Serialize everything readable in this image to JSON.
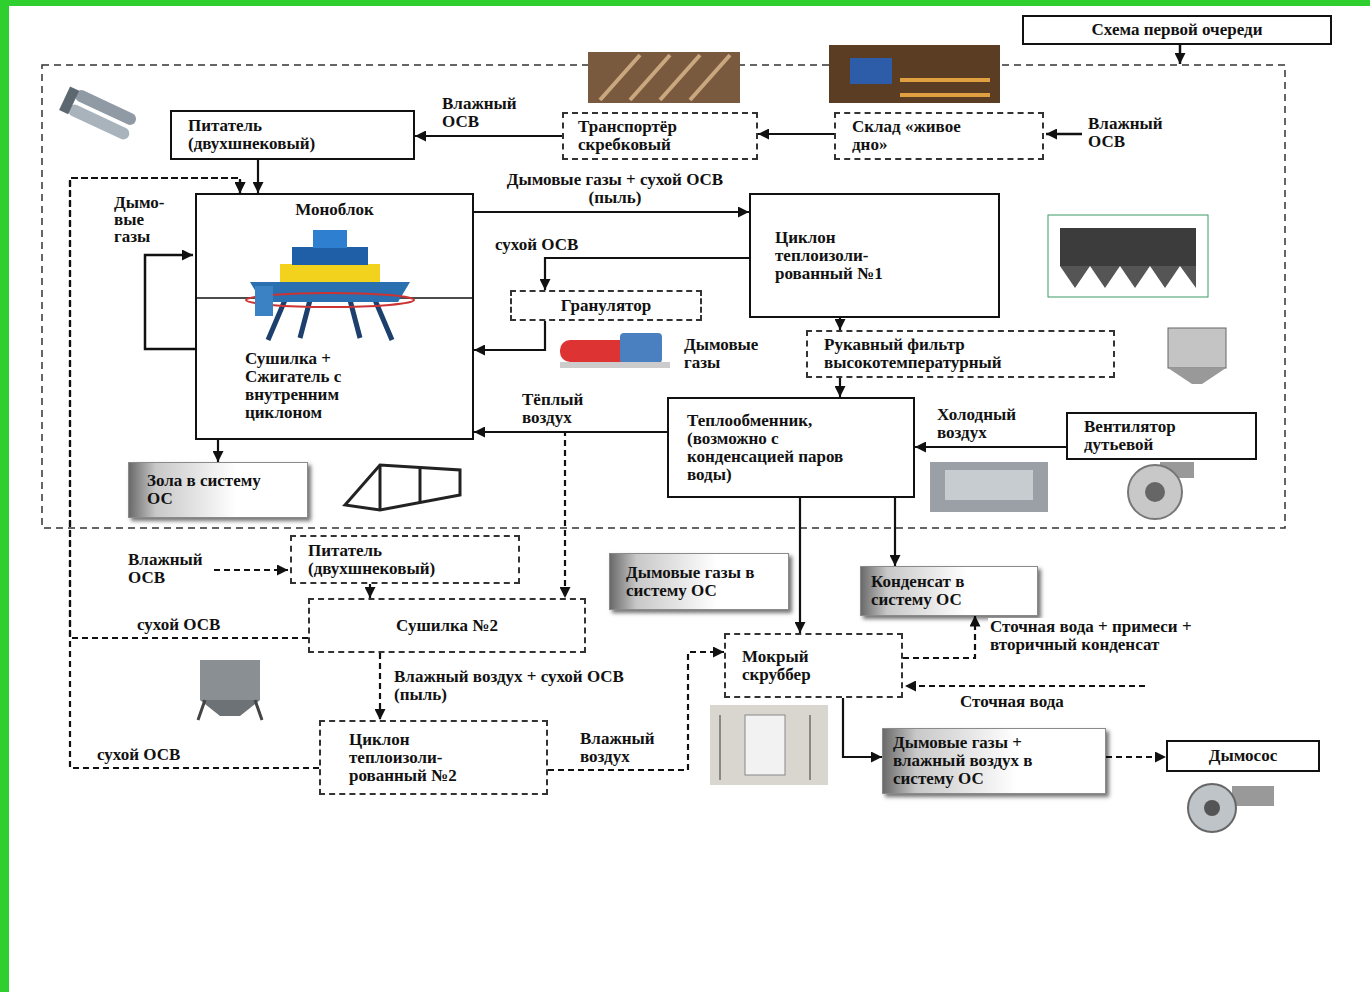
{
  "diagram": {
    "nodes": [
      {
        "text": [
          "Схема первой очереди"
        ]
      },
      {
        "text": [
          "Питатель (двухшнековый)"
        ]
      },
      {
        "text": [
          "Транспортёр скребковый"
        ]
      },
      {
        "text": [
          "Склад «живое дно»"
        ]
      },
      {
        "text": [
          "Моноблок",
          "Сушилка + Сжигатель с внутренним циклоном"
        ]
      },
      {
        "text": [
          "Циклон теплоизоли- рованный №1"
        ]
      },
      {
        "text": [
          "Гранулятор"
        ]
      },
      {
        "text": [
          "Рукавный фильтр высокотемпературный"
        ]
      },
      {
        "text": [
          "Теплообменник, (возможно с конденсацией паров воды)"
        ]
      },
      {
        "text": [
          "Вентилятор дутьевой"
        ]
      },
      {
        "text": [
          "Зола в систему ОС"
        ]
      },
      {
        "text": [
          "Питатель (двухшнековый)"
        ]
      },
      {
        "text": [
          "Дымовые газы в систему ОС"
        ]
      },
      {
        "text": [
          "Конденсат в систему ОС"
        ]
      },
      {
        "text": [
          "Сушилка №2"
        ]
      },
      {
        "text": [
          "Мокрый скруббер"
        ]
      },
      {
        "text": [
          "Циклон теплоизоли- рованный №2"
        ]
      },
      {
        "text": [
          "Дымовые газы + влажный воздух в систему ОС"
        ]
      },
      {
        "text": [
          "Дымосос"
        ]
      }
    ],
    "edges": [
      {
        "from": 3,
        "to": 2,
        "arrow": "to"
      },
      {
        "from": 2,
        "to": 1,
        "label": "Влажный ОСВ",
        "arrow": "to"
      },
      {
        "from": 1,
        "to": 4,
        "arrow": "to"
      },
      {
        "from": 4,
        "to": 5,
        "label": "Дымовые газы + сухой ОСВ (пыль)",
        "arrow": "to"
      },
      {
        "from": 5,
        "to": 6,
        "label": "сухой ОСВ",
        "arrow": "to"
      },
      {
        "from": 6,
        "to": 4,
        "arrow": "to"
      },
      {
        "from": 5,
        "to": 7,
        "arrow": "to"
      },
      {
        "from": 7,
        "to": 8,
        "arrow": "to"
      },
      {
        "from": 9,
        "to": 8,
        "label": "Холодный воздух",
        "arrow": "to"
      },
      {
        "from": 8,
        "to": 4,
        "label": "Тёплый воздух",
        "arrow": "to"
      },
      {
        "from": 4,
        "to": 10,
        "arrow": "to"
      },
      {
        "from": 8,
        "to": 14,
        "arrow": "to"
      },
      {
        "from": 11,
        "to": 14,
        "arrow": "to"
      },
      {
        "from": 14,
        "to": 4,
        "label": "сухой ОСВ",
        "arrow": "to"
      },
      {
        "from": 14,
        "to": 16,
        "label": "Влажный воздух + сухой ОСВ (пыль)",
        "arrow": "to"
      },
      {
        "from": 16,
        "to": 4,
        "label": "сухой ОСВ",
        "arrow": "to"
      },
      {
        "from": 16,
        "to": 15,
        "label": "Влажный воздух",
        "arrow": "to"
      },
      {
        "from": 8,
        "to": 15,
        "arrow": "to"
      },
      {
        "from": 8,
        "to": 13,
        "arrow": "to"
      },
      {
        "from": 15,
        "to": 13,
        "label": "Сточная вода + примеси + вторичный конденсат",
        "arrow": "to"
      },
      {
        "from": 15,
        "to": 17,
        "arrow": "to"
      },
      {
        "from": 17,
        "to": 18,
        "arrow": "to"
      }
    ],
    "labels": [
      "Влажный ОСВ",
      "Дымо- вые газы",
      "Дымовые газы",
      "Влажный ОСВ",
      "Сточная вода"
    ]
  }
}
